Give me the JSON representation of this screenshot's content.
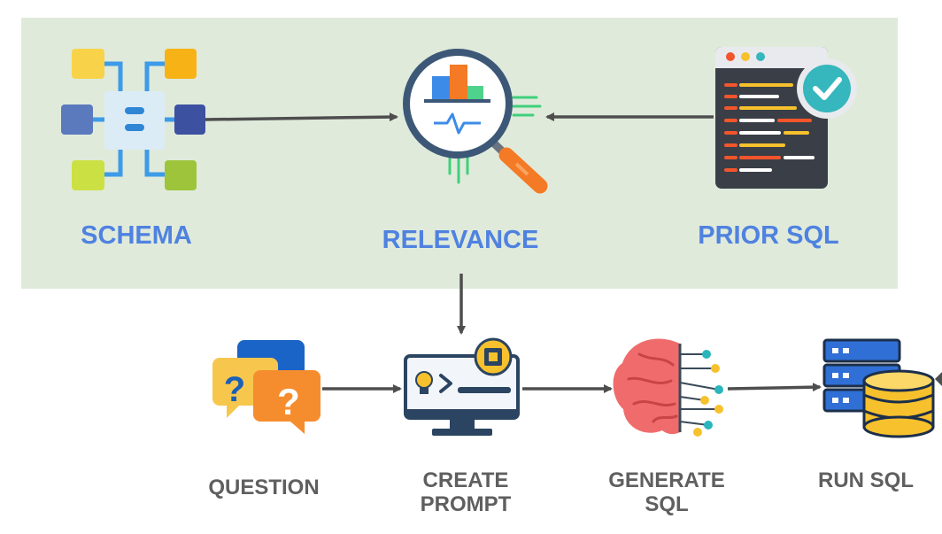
{
  "colors": {
    "panel_bg": "#dfeadb",
    "label_blue": "#4f82e0",
    "label_gray": "#5f5f5f",
    "arrow": "#4e4e4e"
  },
  "top_row": {
    "schema": {
      "label": "SCHEMA",
      "icon": "schema-diagram-icon"
    },
    "relevance": {
      "label": "RELEVANCE",
      "icon": "magnifier-chart-icon"
    },
    "prior_sql": {
      "label": "PRIOR SQL",
      "icon": "code-window-check-icon"
    }
  },
  "bottom_row": {
    "question": {
      "label": "QUESTION",
      "icon": "question-bubbles-icon"
    },
    "create_prompt": {
      "label_line1": "CREATE",
      "label_line2": "PROMPT",
      "icon": "monitor-prompt-chip-icon"
    },
    "generate_sql": {
      "label_line1": "GENERATE",
      "label_line2": "SQL",
      "icon": "ai-brain-icon"
    },
    "run_sql": {
      "label": "RUN SQL",
      "icon": "database-server-icon"
    }
  }
}
